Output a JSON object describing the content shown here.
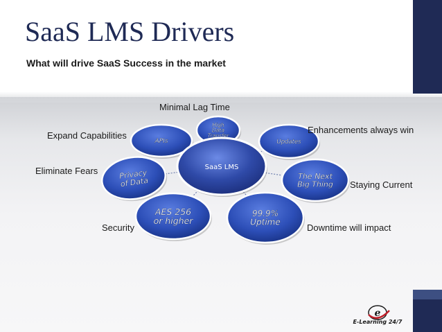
{
  "slide": {
    "title": "SaaS LMS Drivers",
    "subtitle": "What will drive SaaS Success in the market"
  },
  "diagram": {
    "hub": {
      "label": "SaaS LMS",
      "color": "#2f4aa8"
    },
    "nodes": [
      {
        "id": "high-data-transfer",
        "lines": [
          "High",
          "Data",
          "Transfer"
        ],
        "caption": "Minimal Lag Time"
      },
      {
        "id": "updates",
        "lines": [
          "Updates"
        ],
        "caption": "Enhancements always win"
      },
      {
        "id": "next-big-thing",
        "lines": [
          "The Next",
          "Big Thing"
        ],
        "caption": "Staying Current"
      },
      {
        "id": "uptime",
        "lines": [
          "99.9%",
          "Uptime"
        ],
        "caption": "Downtime will impact"
      },
      {
        "id": "aes",
        "lines": [
          "AES 256",
          "or higher"
        ],
        "caption": "Security"
      },
      {
        "id": "privacy",
        "lines": [
          "Privacy",
          "of Data"
        ],
        "caption": "Eliminate Fears"
      },
      {
        "id": "apis",
        "lines": [
          "APIs"
        ],
        "caption": "Expand Capabilities"
      }
    ],
    "colors": {
      "node": "#2d4fb8",
      "node_dark": "#173082",
      "link": "#6f7fb0"
    }
  },
  "logo": {
    "text": "E-Learning 24/7",
    "mark": "e"
  }
}
